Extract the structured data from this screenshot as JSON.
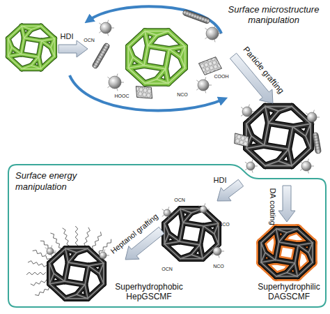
{
  "diagram": {
    "nodes": [
      {
        "text": [
          "Surface energy manipulation"
        ]
      },
      {
        "text": [
          "Superhydrophobic HepGSCMF"
        ],
        "in": 0
      },
      {
        "text": [
          "Superhydrophilic DAGSCMF"
        ],
        "in": 0
      }
    ],
    "labels": [
      "Surface microstructure manipulation",
      "HDI",
      "OCN",
      "COOH",
      "NCO",
      "HOOC",
      "Particle grafting",
      "HDI",
      "OCN",
      "NCO",
      "NCO",
      "OCN",
      "Heptanol grafting",
      "DA coating"
    ]
  }
}
